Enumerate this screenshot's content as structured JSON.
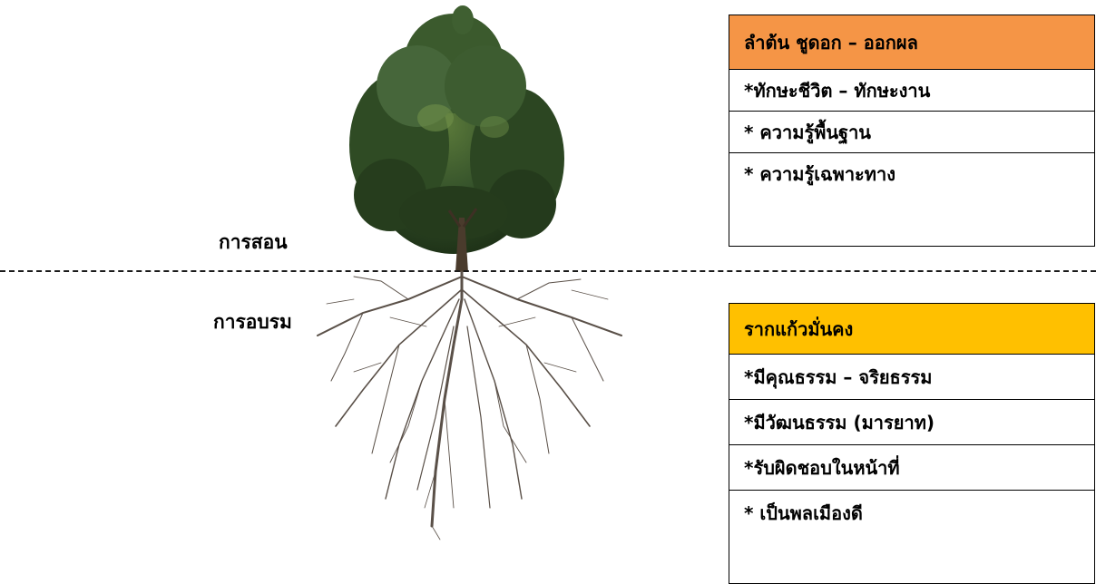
{
  "labels": {
    "above": "การสอน",
    "below": "การอบรม"
  },
  "trunk_panel": {
    "title": "ลำต้น  ชูดอก – ออกผล",
    "items": [
      "*ทักษะชีวิต – ทักษะงาน",
      "* ความรู้พื้นฐาน",
      "* ความรู้เฉพาะทาง"
    ]
  },
  "root_panel": {
    "title": "รากแก้วมั่นคง",
    "items": [
      "*มีคุณธรรม – จริยธรรม",
      "*มีวัฒนธรรม (มารยาท)",
      "*รับผิดชอบในหน้าที่",
      "* เป็นพลเมืองดี"
    ]
  },
  "colors": {
    "trunk_header": "#f59546",
    "root_header": "#ffc000",
    "foliage": "#2e4a22",
    "roots": "#5a5048"
  },
  "image": {
    "name": "tree-with-roots"
  }
}
